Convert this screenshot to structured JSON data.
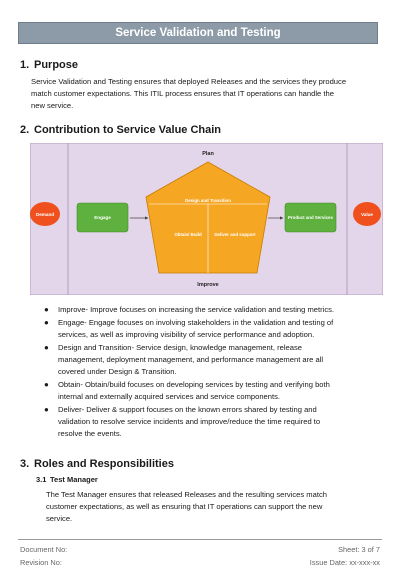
{
  "title": "Service Validation and Testing",
  "sections": {
    "purpose": {
      "number": "1.",
      "heading": "Purpose",
      "lines": [
        "Service Validation and Testing ensures that deployed Releases and the services they produce",
        "match customer expectations. This ITIL process ensures that IT operations can handle the",
        "new service."
      ]
    },
    "contribution": {
      "number": "2.",
      "heading": "Contribution to Service Value Chain"
    },
    "roles": {
      "number": "3.",
      "heading": "Roles and Responsibilities",
      "sub_number": "3.1",
      "sub_heading": "Test Manager",
      "lines": [
        "The Test Manager ensures that released Releases and the resulting services match",
        "customer expectations, as well as ensuring that IT operations can support the new",
        "service."
      ]
    }
  },
  "diagram": {
    "plan": "Plan",
    "improve": "Improve",
    "demand": "Demand",
    "engage": "Engage",
    "design_transition": "Design and Transition",
    "obtain_build": "Obtain/ Build",
    "deliver_support": "Deliver and support",
    "products_services": "Product and Services",
    "value": "Value",
    "colors": {
      "background": "#e3d5ea",
      "green": "#5fb13f",
      "orange_shape": "#f5a623",
      "red_oval": "#f0501e"
    }
  },
  "bullets": [
    [
      "Improve- Improve focuses on increasing the service validation and testing metrics."
    ],
    [
      "Engage- Engage focuses on involving stakeholders in the validation and testing of",
      "services, as well as improving visibility of service performance and adoption."
    ],
    [
      "Design and Transition- Service design, knowledge management, release",
      "management, deployment management, and performance management are all",
      "covered under Design & Transition."
    ],
    [
      "Obtain- Obtain/build focuses on developing services by testing and verifying both",
      "internal and externally acquired services and service components."
    ],
    [
      "Deliver- Deliver & support focuses on the known errors shared by testing and",
      "validation to resolve service incidents and improve/reduce the time required to",
      "resolve the events."
    ]
  ],
  "footer": {
    "document_no": "Document No:",
    "revision_no": "Revision No:",
    "sheet": "Sheet: 3 of 7",
    "issue_date": "Issue Date: xx-xxx-xx"
  }
}
